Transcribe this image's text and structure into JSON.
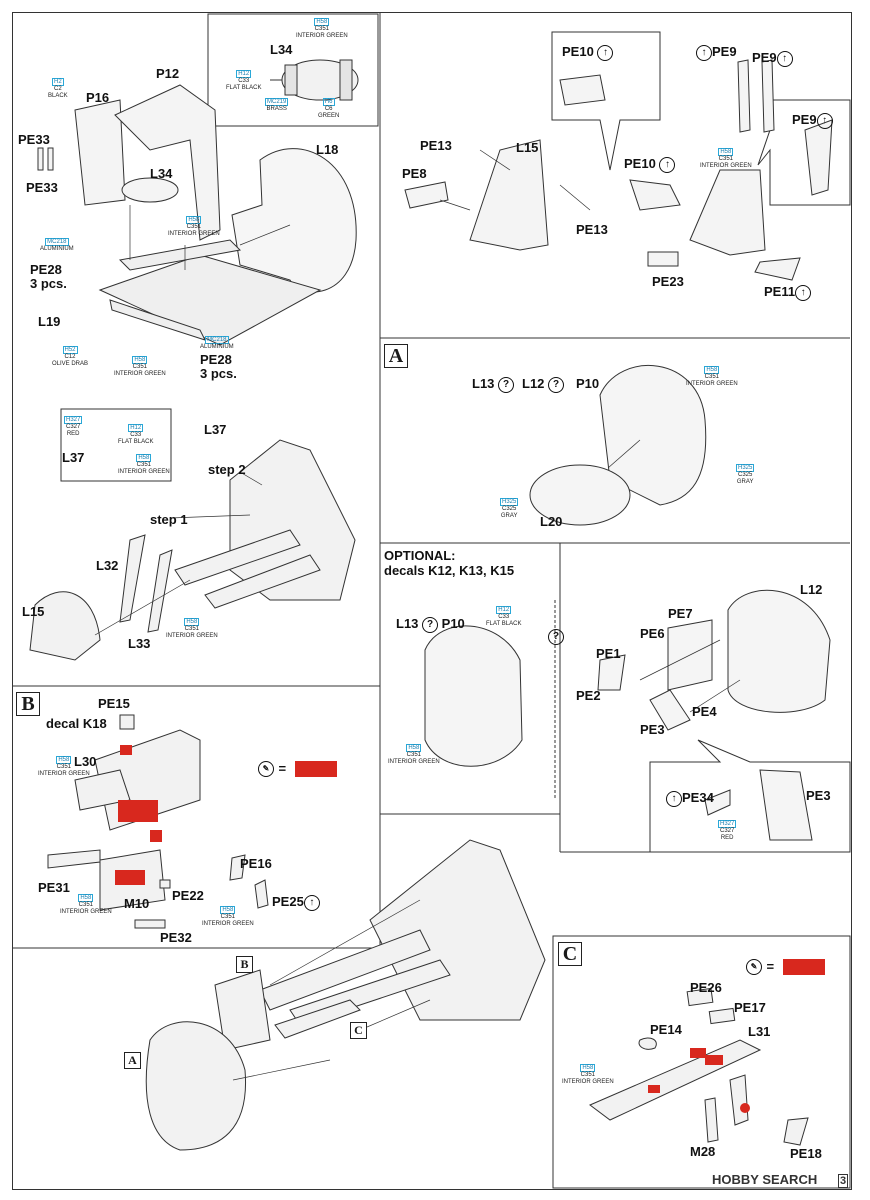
{
  "page_number": "3",
  "watermark": "HOBBY SEARCH",
  "paint_callouts": {
    "top_box": [
      {
        "code": "H58",
        "sub": "C351",
        "name": "INTERIOR GREEN"
      },
      {
        "code": "H12",
        "sub": "C33",
        "name": "FLAT BLACK"
      },
      {
        "code": "MC219",
        "sub": "",
        "name": "BRASS"
      },
      {
        "code": "H6",
        "sub": "C6",
        "name": "GREEN"
      }
    ],
    "seat_p16": {
      "code": "H2",
      "sub": "C2",
      "name": "BLACK"
    },
    "l18_area": {
      "code": "H58",
      "sub": "C351",
      "name": "INTERIOR GREEN"
    },
    "mc218_a": {
      "code": "MC218",
      "sub": "",
      "name": "ALUMINIUM"
    },
    "mc218_b": {
      "code": "MC218",
      "sub": "",
      "name": "ALUMINIUM"
    },
    "h52": {
      "code": "H52",
      "sub": "C12",
      "name": "OLIVE DRAB"
    },
    "floor_green": {
      "code": "H58",
      "sub": "C351",
      "name": "INTERIOR GREEN"
    },
    "l37_box": [
      {
        "code": "H327",
        "sub": "C327",
        "name": "RED"
      },
      {
        "code": "H12",
        "sub": "C33",
        "name": "FLAT BLACK"
      },
      {
        "code": "H58",
        "sub": "C351",
        "name": "INTERIOR GREEN"
      }
    ],
    "l32_green": {
      "code": "H58",
      "sub": "C351",
      "name": "INTERIOR GREEN"
    },
    "seat_right": {
      "code": "H58",
      "sub": "C351",
      "name": "INTERIOR GREEN"
    },
    "a_green": {
      "code": "H58",
      "sub": "C351",
      "name": "INTERIOR GREEN"
    },
    "a_gray1": {
      "code": "H325",
      "sub": "C325",
      "name": "GRAY"
    },
    "a_gray2": {
      "code": "H325",
      "sub": "C325",
      "name": "GRAY"
    },
    "opt_black": {
      "code": "H12",
      "sub": "C33",
      "name": "FLAT BLACK"
    },
    "opt_green": {
      "code": "H58",
      "sub": "C351",
      "name": "INTERIOR GREEN"
    },
    "pe3_red": {
      "code": "H327",
      "sub": "C327",
      "name": "RED"
    },
    "b_green1": {
      "code": "H58",
      "sub": "C351",
      "name": "INTERIOR GREEN"
    },
    "b_green2": {
      "code": "H58",
      "sub": "C351",
      "name": "INTERIOR GREEN"
    },
    "b_green3": {
      "code": "H58",
      "sub": "C351",
      "name": "INTERIOR GREEN"
    },
    "c_green": {
      "code": "H58",
      "sub": "C351",
      "name": "INTERIOR GREEN"
    }
  },
  "labels": {
    "l34_top": "L34",
    "p12": "P12",
    "p16": "P16",
    "pe33a": "PE33",
    "pe33b": "PE33",
    "l34_mid": "L34",
    "l18": "L18",
    "pe28a": "PE28",
    "pe28a_qty": "3 pcs.",
    "l19": "L19",
    "pe28b": "PE28",
    "pe28b_qty": "3 pcs.",
    "l37_box": "L37",
    "l37": "L37",
    "step2": "step 2",
    "step1": "step 1",
    "l32": "L32",
    "l15_left": "L15",
    "l33": "L33",
    "pe10_top": "PE10",
    "pe9a": "PE9",
    "pe9b": "PE9",
    "pe9c": "PE9",
    "pe13a": "PE13",
    "l15_right": "L15",
    "pe8": "PE8",
    "pe13b": "PE13",
    "pe10_mid": "PE10",
    "pe23": "PE23",
    "pe11": "PE11",
    "a_l13": "L13",
    "a_l12": "L12",
    "a_p10": "P10",
    "a_l20": "L20",
    "optional_title": "OPTIONAL:",
    "optional_sub": "decals K12, K13, K15",
    "opt_l13": "L13",
    "opt_p10": "P10",
    "l12": "L12",
    "pe7": "PE7",
    "pe6": "PE6",
    "pe1": "PE1",
    "pe2": "PE2",
    "pe4": "PE4",
    "pe3": "PE3",
    "pe34": "PE34",
    "pe3b": "PE3",
    "b_pe15": "PE15",
    "b_decal": "decal K18",
    "b_l30": "L30",
    "b_pe16": "PE16",
    "b_pe31": "PE31",
    "b_m10": "M10",
    "b_pe22": "PE22",
    "b_pe25": "PE25",
    "b_pe32": "PE32",
    "c_pe26": "PE26",
    "c_pe17": "PE17",
    "c_pe14": "PE14",
    "c_l31": "L31",
    "c_m28": "M28",
    "c_pe18": "PE18"
  },
  "section_letters": {
    "A": "A",
    "B": "B",
    "C": "C",
    "small_B": "B",
    "small_C": "C",
    "small_A": "A"
  },
  "legend": {
    "equals": "=",
    "color": "#d8281e"
  }
}
